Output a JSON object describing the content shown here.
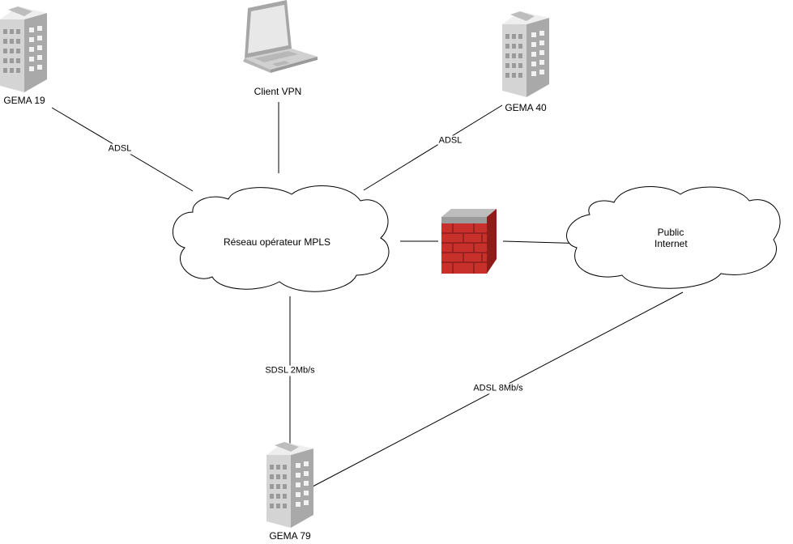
{
  "nodes": {
    "gema19": {
      "label": "GEMA 19",
      "icon": "office-building-icon"
    },
    "client_vpn": {
      "label": "Client VPN",
      "icon": "laptop-icon"
    },
    "gema40": {
      "label": "GEMA 40",
      "icon": "office-building-icon"
    },
    "mpls": {
      "label": "Réseau opérateur MPLS",
      "icon": "cloud-icon"
    },
    "firewall": {
      "icon": "firewall-icon"
    },
    "internet": {
      "label_line1": "Public",
      "label_line2": "Internet",
      "icon": "cloud-icon"
    },
    "gema79": {
      "label": "GEMA 79",
      "icon": "office-building-icon"
    }
  },
  "edges": {
    "gema19_mpls": "ADSL",
    "gema40_mpls": "ADSL",
    "mpls_gema79": "SDSL 2Mb/s",
    "internet_gema79": "ADSL 8Mb/s"
  },
  "colors": {
    "line": "#000000",
    "cloud_fill": "#ffffff",
    "building_light": "#e6e6e6",
    "building_mid": "#cfcfcf",
    "building_dark": "#a9a9a9",
    "brick_red": "#c8302c",
    "brick_dark": "#9e2320",
    "firewall_top": "#9b9b9b"
  }
}
